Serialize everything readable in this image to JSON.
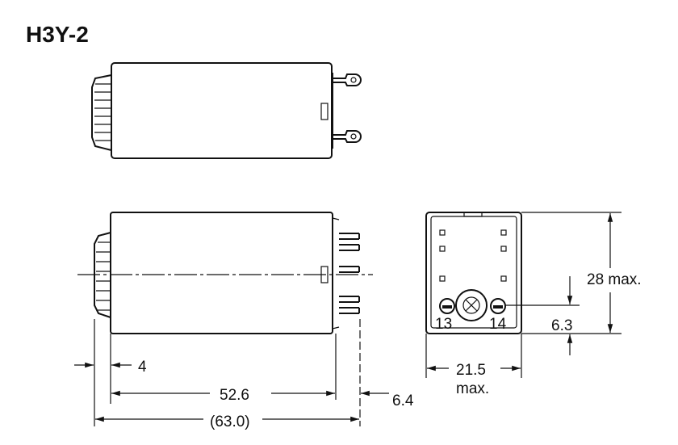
{
  "title": "H3Y-2",
  "dimensions": {
    "knob_depth": "4",
    "body_length": "52.6",
    "terminal_length": "6.4",
    "overall_length": "(63.0)",
    "width": "21.5",
    "width_note": "max.",
    "height": "28 max.",
    "terminal_pitch": "6.3"
  },
  "terminals": {
    "left": "13",
    "right": "14"
  }
}
